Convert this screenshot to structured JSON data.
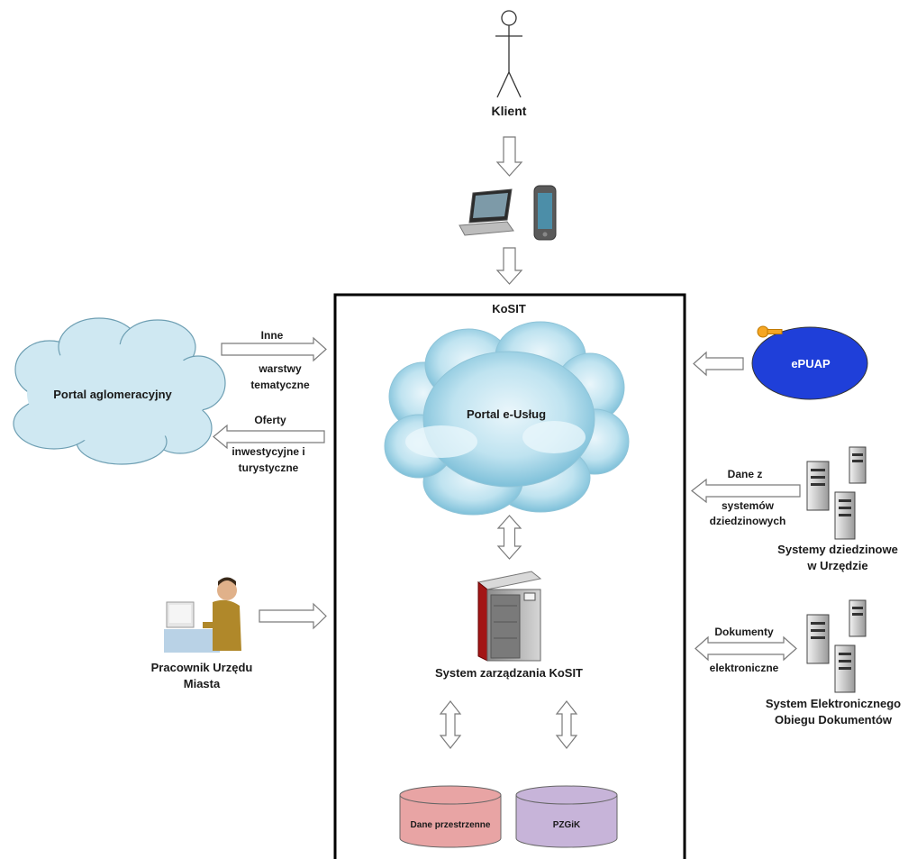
{
  "client": {
    "label": "Klient"
  },
  "kosit": {
    "title": "KoSIT"
  },
  "portal_eusług": {
    "label": "Portal e-Usług"
  },
  "system_zarzadzania": {
    "label": "System zarządzania KoSIT"
  },
  "databases": [
    {
      "label": "Dane przestrzenne",
      "color": "#e8a4a4"
    },
    {
      "label": "PZGiK",
      "color": "#c7b4d9"
    }
  ],
  "portal_aglomeracyjny": {
    "label": "Portal aglomeracyjny"
  },
  "flow_inne": {
    "line1": "Inne",
    "line2": "warstwy",
    "line3": "tematyczne"
  },
  "flow_oferty": {
    "line1": "Oferty",
    "line2": "inwestycyjne i",
    "line3": "turystyczne"
  },
  "pracownik": {
    "line1": "Pracownik Urzędu",
    "line2": "Miasta"
  },
  "epuap": {
    "label": "ePUAP",
    "color": "#1f3fd9"
  },
  "flow_dane": {
    "line1": "Dane z",
    "line2": "systemów",
    "line3": "dziedzinowych"
  },
  "systemy_dziedzinowe": {
    "line1": "Systemy dziedzinowe",
    "line2": "w Urzędzie"
  },
  "flow_dokumenty": {
    "line1": "Dokumenty",
    "line2": "elektroniczne"
  },
  "system_eod": {
    "line1": "System Elektronicznego",
    "line2": "Obiegu Dokumentów"
  }
}
